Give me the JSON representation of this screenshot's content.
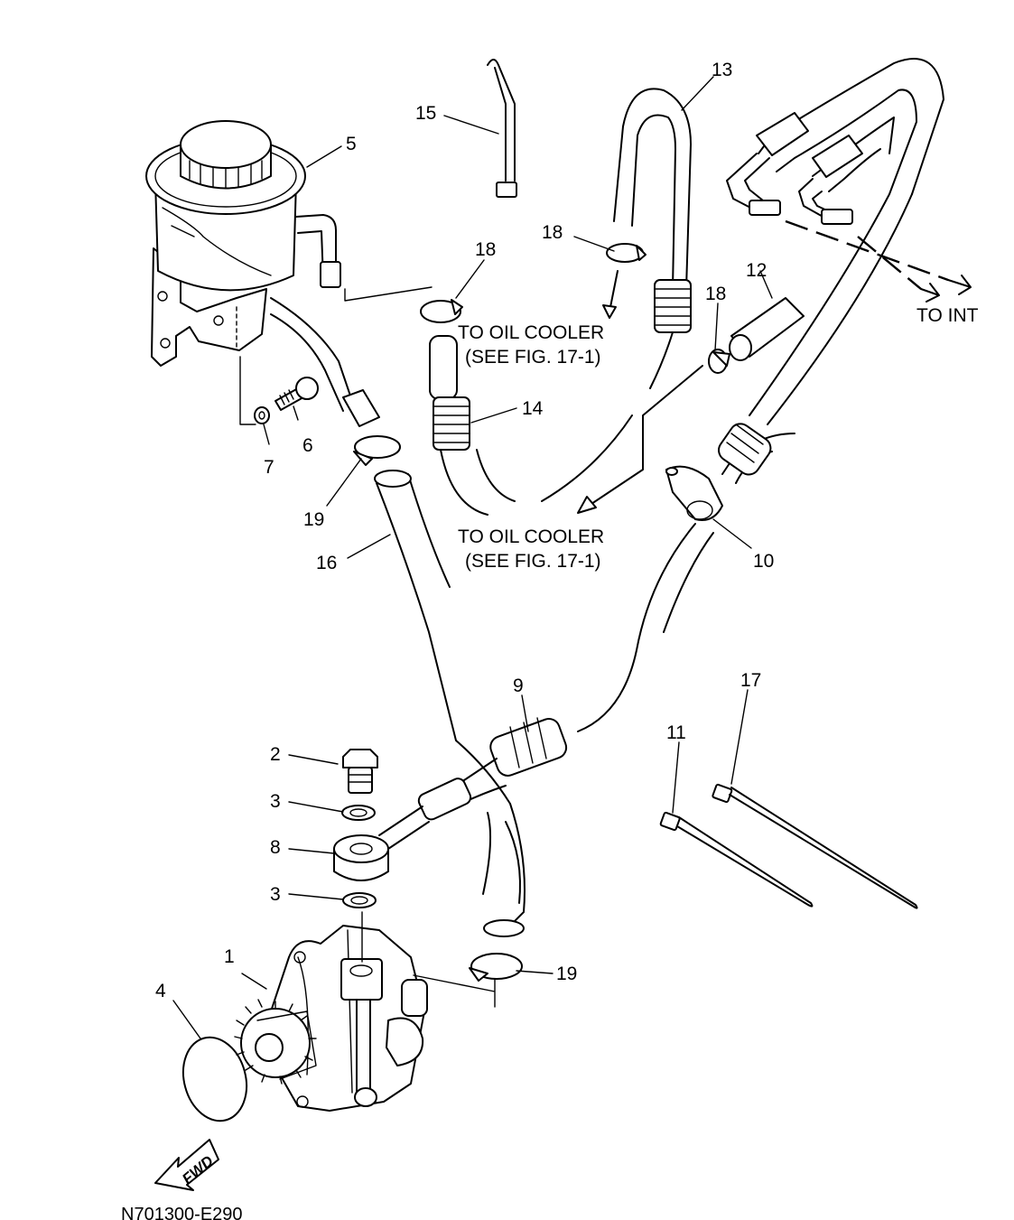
{
  "diagram": {
    "callouts": [
      {
        "id": "c1",
        "label": "1"
      },
      {
        "id": "c2",
        "label": "2"
      },
      {
        "id": "c3a",
        "label": "3"
      },
      {
        "id": "c3b",
        "label": "3"
      },
      {
        "id": "c4",
        "label": "4"
      },
      {
        "id": "c5",
        "label": "5"
      },
      {
        "id": "c6",
        "label": "6"
      },
      {
        "id": "c7",
        "label": "7"
      },
      {
        "id": "c8",
        "label": "8"
      },
      {
        "id": "c9",
        "label": "9"
      },
      {
        "id": "c10",
        "label": "10"
      },
      {
        "id": "c11",
        "label": "11"
      },
      {
        "id": "c12",
        "label": "12"
      },
      {
        "id": "c13",
        "label": "13"
      },
      {
        "id": "c14",
        "label": "14"
      },
      {
        "id": "c15",
        "label": "15"
      },
      {
        "id": "c16",
        "label": "16"
      },
      {
        "id": "c17",
        "label": "17"
      },
      {
        "id": "c18a",
        "label": "18"
      },
      {
        "id": "c18b",
        "label": "18"
      },
      {
        "id": "c18c",
        "label": "18"
      },
      {
        "id": "c19a",
        "label": "19"
      },
      {
        "id": "c19b",
        "label": "19"
      }
    ],
    "notes": {
      "oil_cooler_1_line1": "TO OIL COOLER",
      "oil_cooler_1_line2": "(SEE FIG. 17-1)",
      "oil_cooler_2_line1": "TO OIL COOLER",
      "oil_cooler_2_line2": "(SEE FIG. 17-1)",
      "to_int": "TO INT"
    },
    "fwd_label": "FWD",
    "drawing_code": "N701300-E290"
  }
}
